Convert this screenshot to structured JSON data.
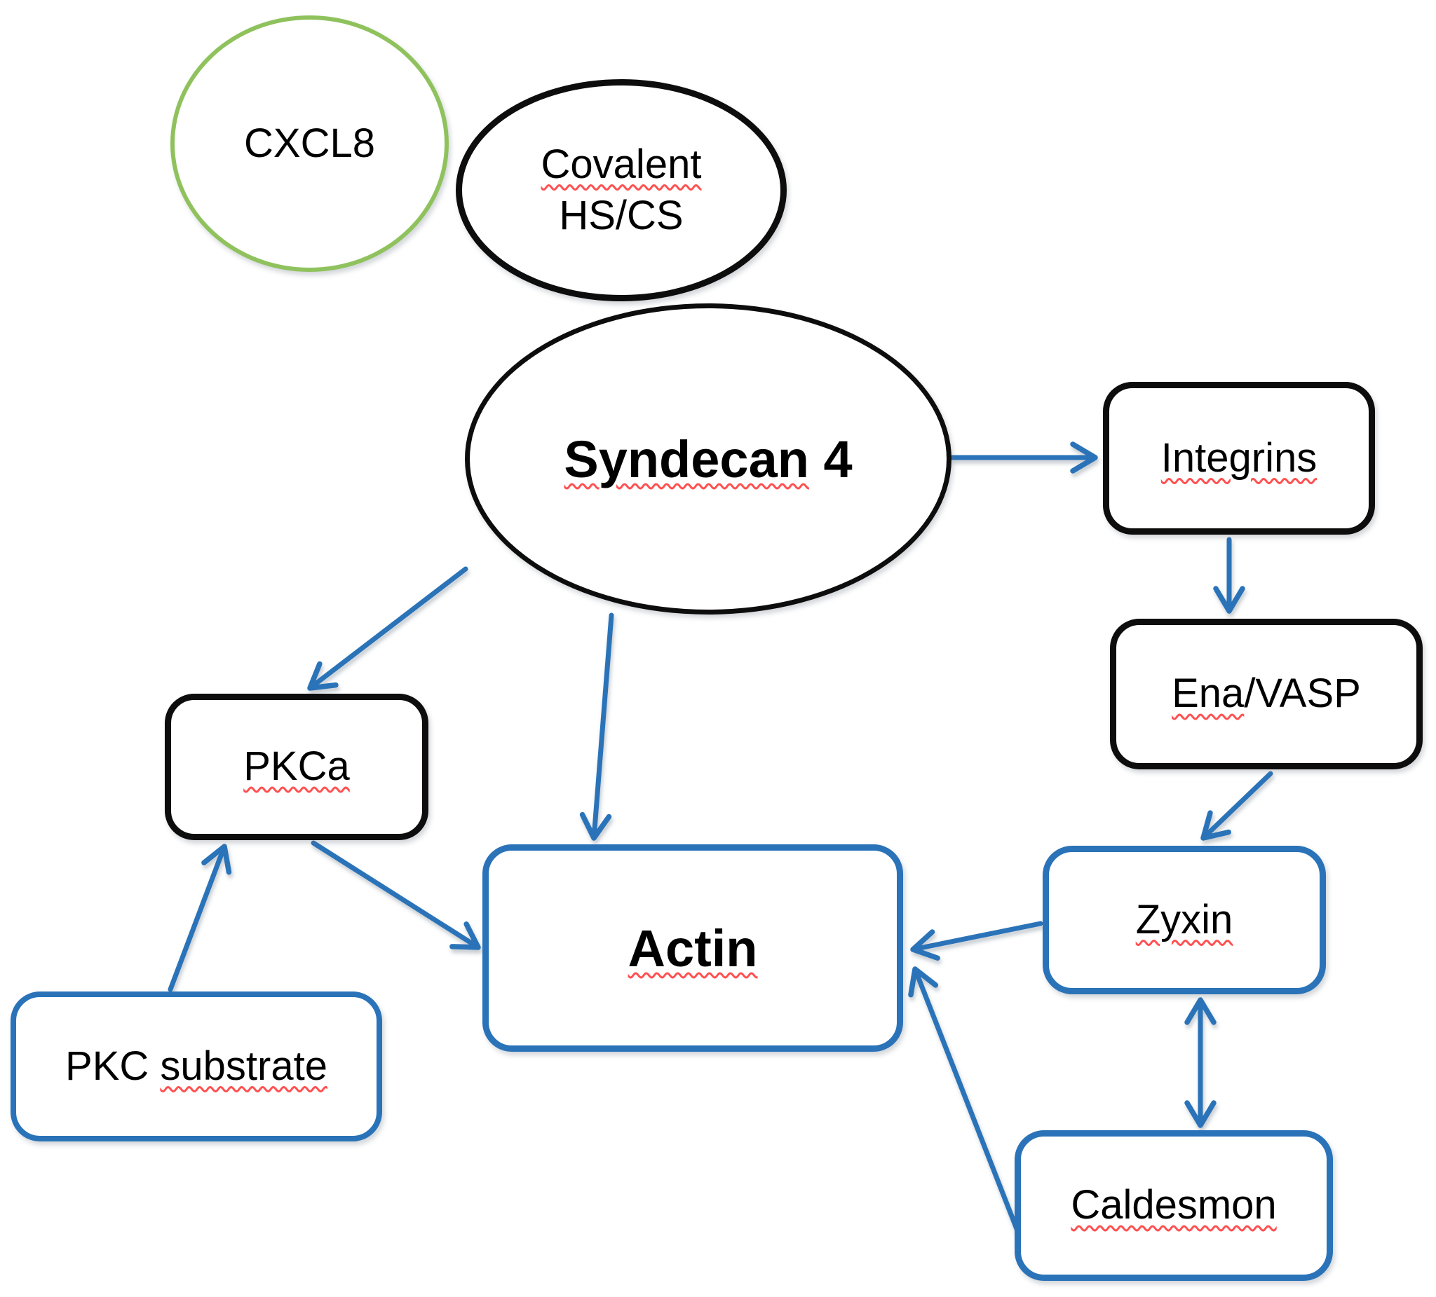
{
  "diagram": {
    "nodes": {
      "cxcl8": {
        "label": "CXCL8"
      },
      "covalent_hscs": {
        "line1": "Covalent",
        "line2": "HS/CS"
      },
      "syndecan4": {
        "name": "Syndecan",
        "suffix": " 4"
      },
      "integrins": {
        "label": "Integrins"
      },
      "ena_vasp": {
        "main": "Ena",
        "rest": "/VASP"
      },
      "pkca": {
        "label": "PKCa"
      },
      "pkc_substrate": {
        "prefix": "PKC ",
        "main": "substrate"
      },
      "actin": {
        "label": "Actin"
      },
      "zyxin": {
        "label": "Zyxin"
      },
      "caldesmon": {
        "label": "Caldesmon"
      }
    },
    "edges": [
      {
        "from": "Syndecan 4",
        "to": "Integrins",
        "style": "arrow"
      },
      {
        "from": "Integrins",
        "to": "Ena/VASP",
        "style": "arrow"
      },
      {
        "from": "Ena/VASP",
        "to": "Zyxin",
        "style": "arrow"
      },
      {
        "from": "Zyxin",
        "to": "Actin",
        "style": "arrow"
      },
      {
        "from": "Caldesmon",
        "to": "Actin",
        "style": "arrow"
      },
      {
        "from": "Zyxin",
        "to": "Caldesmon",
        "style": "double-arrow"
      },
      {
        "from": "Syndecan 4",
        "to": "PKCa",
        "style": "arrow"
      },
      {
        "from": "Syndecan 4",
        "to": "Actin",
        "style": "arrow"
      },
      {
        "from": "PKC substrate",
        "to": "PKCa",
        "style": "arrow"
      },
      {
        "from": "PKCa",
        "to": "Actin",
        "style": "arrow"
      }
    ],
    "colors": {
      "arrow_blue": "#2A73B8",
      "box_blue": "#2A73B8",
      "box_black": "#0d0d0d",
      "circle_green": "#8FC25D",
      "spellcheck_red": "#FF5050"
    }
  }
}
